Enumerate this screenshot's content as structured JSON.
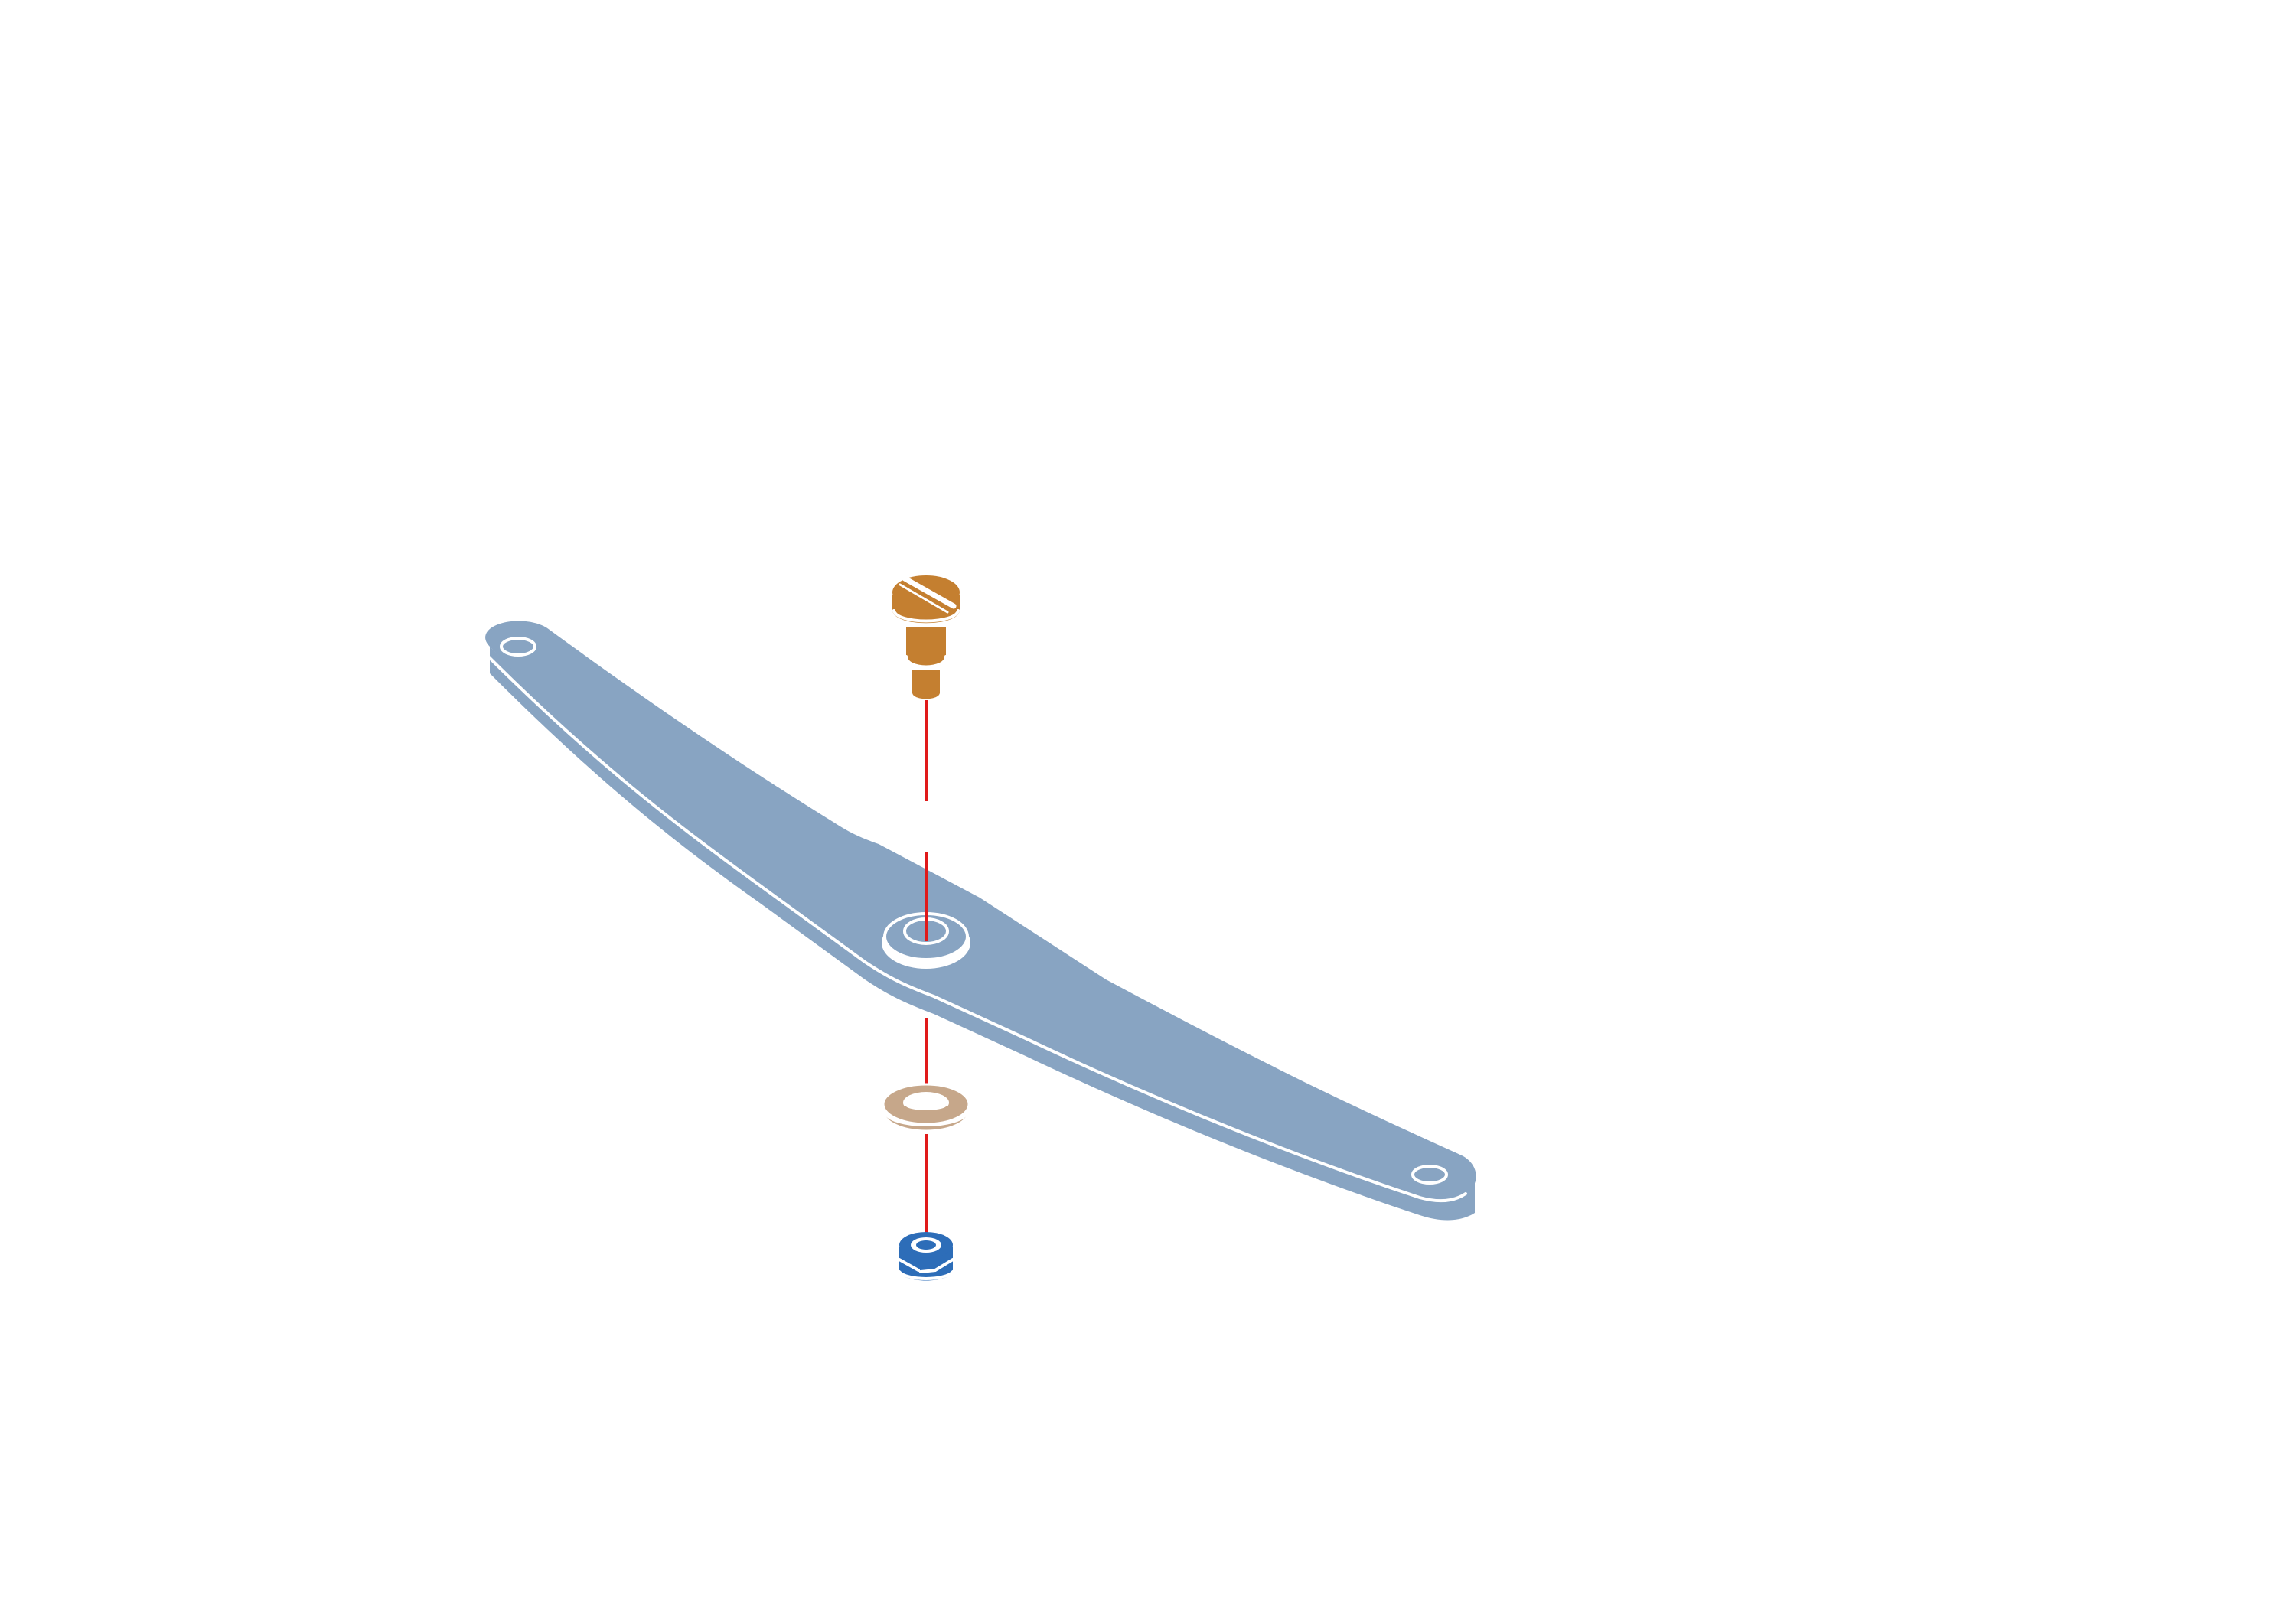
{
  "diagram": {
    "view": "exploded-isometric",
    "colors": {
      "background": "#ffffff",
      "arm": "#88a4c2",
      "outline": "#ffffff",
      "screw": "#c47f30",
      "washer": "#c6a78a",
      "nut": "#2d6db8",
      "assembly_line": "#e01a1a"
    },
    "parts": [
      {
        "id": "slotted-screw",
        "icon": "slotted-screw-icon"
      },
      {
        "id": "rocker-arm",
        "icon": "rocker-arm-icon"
      },
      {
        "id": "flat-washer",
        "icon": "washer-icon"
      },
      {
        "id": "hex-nut",
        "icon": "hex-nut-icon"
      }
    ]
  }
}
